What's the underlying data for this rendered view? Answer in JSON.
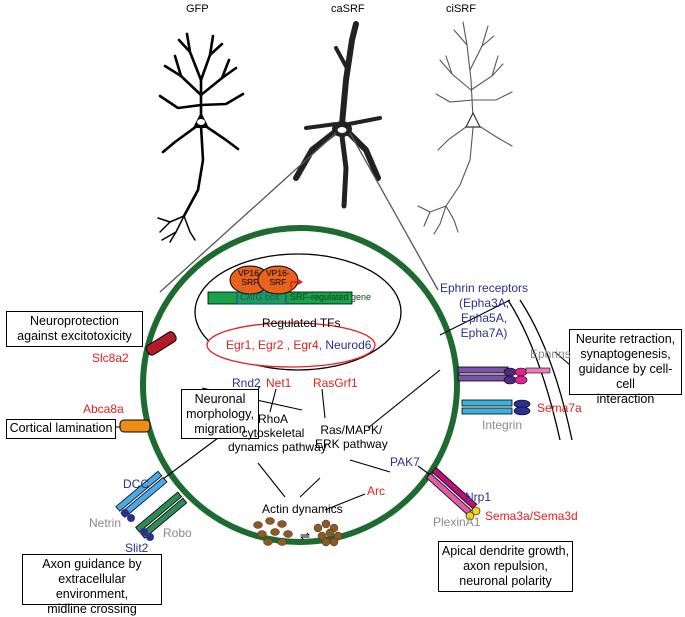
{
  "neurons": {
    "gfp": "GFP",
    "casrf": "caSRF",
    "cisrf": "ciSRF"
  },
  "promoter": {
    "vp16_left": [
      "VP16-",
      "SRF"
    ],
    "vp16_right": [
      "VP16-",
      "SRF"
    ],
    "carg_box": "CArG box",
    "srf_gene": "SRF-regulated gene"
  },
  "regulated_tfs": {
    "title": "Regulated TFs",
    "items_red": "Egr1, Egr2 , Egr4,",
    "item_blue": "Neurod6"
  },
  "boxes": {
    "neuroprotection": [
      "Neuroprotection",
      "against excitotoxicity"
    ],
    "cortical_lamination": "Cortical lamination",
    "neuronal_morphology": [
      "Neuronal",
      "morphology,",
      "migration"
    ],
    "axon_guidance": [
      "Axon guidance by",
      "extracellular environment,",
      "midline crossing"
    ],
    "neurite_retraction": [
      "Neurite retraction,",
      "synaptogenesis,",
      "guidance by cell-cell",
      "interaction"
    ],
    "apical_dendrite": [
      "Apical dendrite growth,",
      "axon repulsion,",
      "neuronal polarity"
    ]
  },
  "genes": {
    "slc8a2": "Slc8a2",
    "abca8a": "Abca8a",
    "rnd2": "Rnd2",
    "net1": "Net1",
    "rasgrf1": "RasGrf1",
    "pak7": "PAK7",
    "arc": "Arc",
    "dcc": "DCC",
    "slit2": "Slit2",
    "nrp1": "Nrp1",
    "sema7a": "Sema7a",
    "sema3": "Sema3a/Sema3d"
  },
  "receptors": {
    "ephrin_receptors": [
      "Ephrin receptors",
      "(Epha3A,",
      "Epha5A,",
      "Epha7A)"
    ],
    "ephrins": "Ephrins",
    "integrin": "Integrin",
    "netrin": "Netrin",
    "robo": "Robo",
    "plexina1": "PlexinA1"
  },
  "pathways": {
    "rhoa": [
      "RhoA",
      "cytoskeletal",
      "dynamics pathway"
    ],
    "ras": [
      "Ras/MAPK/",
      "ERK pathway"
    ],
    "actin": "Actin dynamics"
  },
  "colors": {
    "cell_ring": "#1d6b30",
    "red_text": "#e02020",
    "blue_text": "#2b2f8f",
    "gray_text": "#8a8a8a",
    "vp16": "#e8641c",
    "carg": "#17a34a",
    "carg_text": "#1a4fa8"
  }
}
